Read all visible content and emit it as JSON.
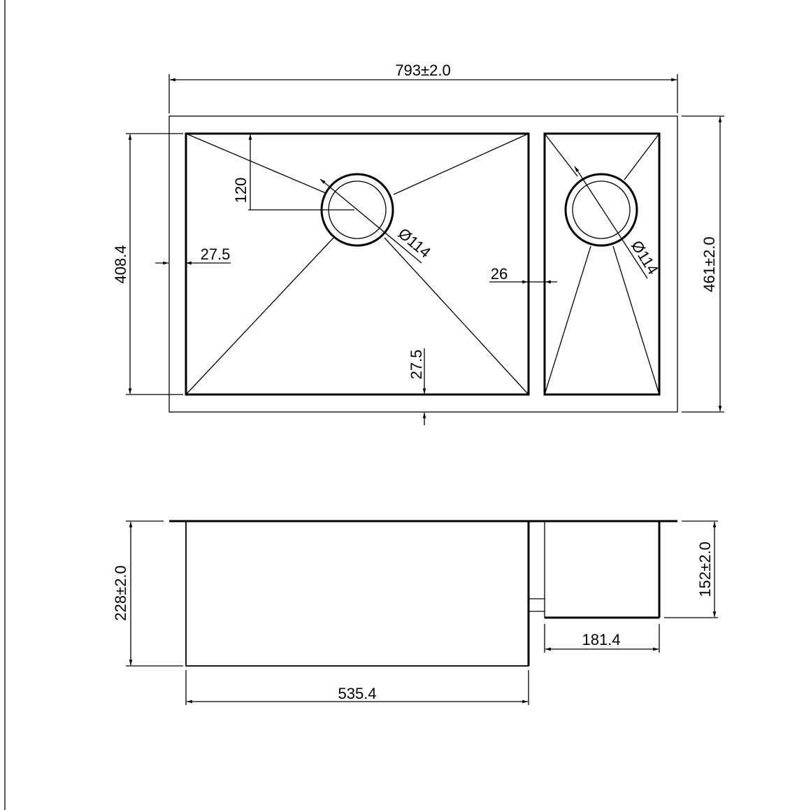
{
  "drawing": {
    "top_view": {
      "overall_width": "793±2.0",
      "overall_depth": "461±2.0",
      "main_bowl_depth": "408.4",
      "left_margin": "27.5",
      "bottom_margin": "27.5",
      "drain_offset": "120",
      "main_drain_diameter": "Ø114",
      "divider_width": "26",
      "small_drain_diameter": "Ø114"
    },
    "front_view": {
      "main_bowl_height": "228±2.0",
      "small_bowl_height": "152±2.0",
      "small_bowl_width": "181.4",
      "main_bowl_width": "535.4"
    }
  },
  "colors": {
    "line": "#000000",
    "background": "#ffffff"
  }
}
